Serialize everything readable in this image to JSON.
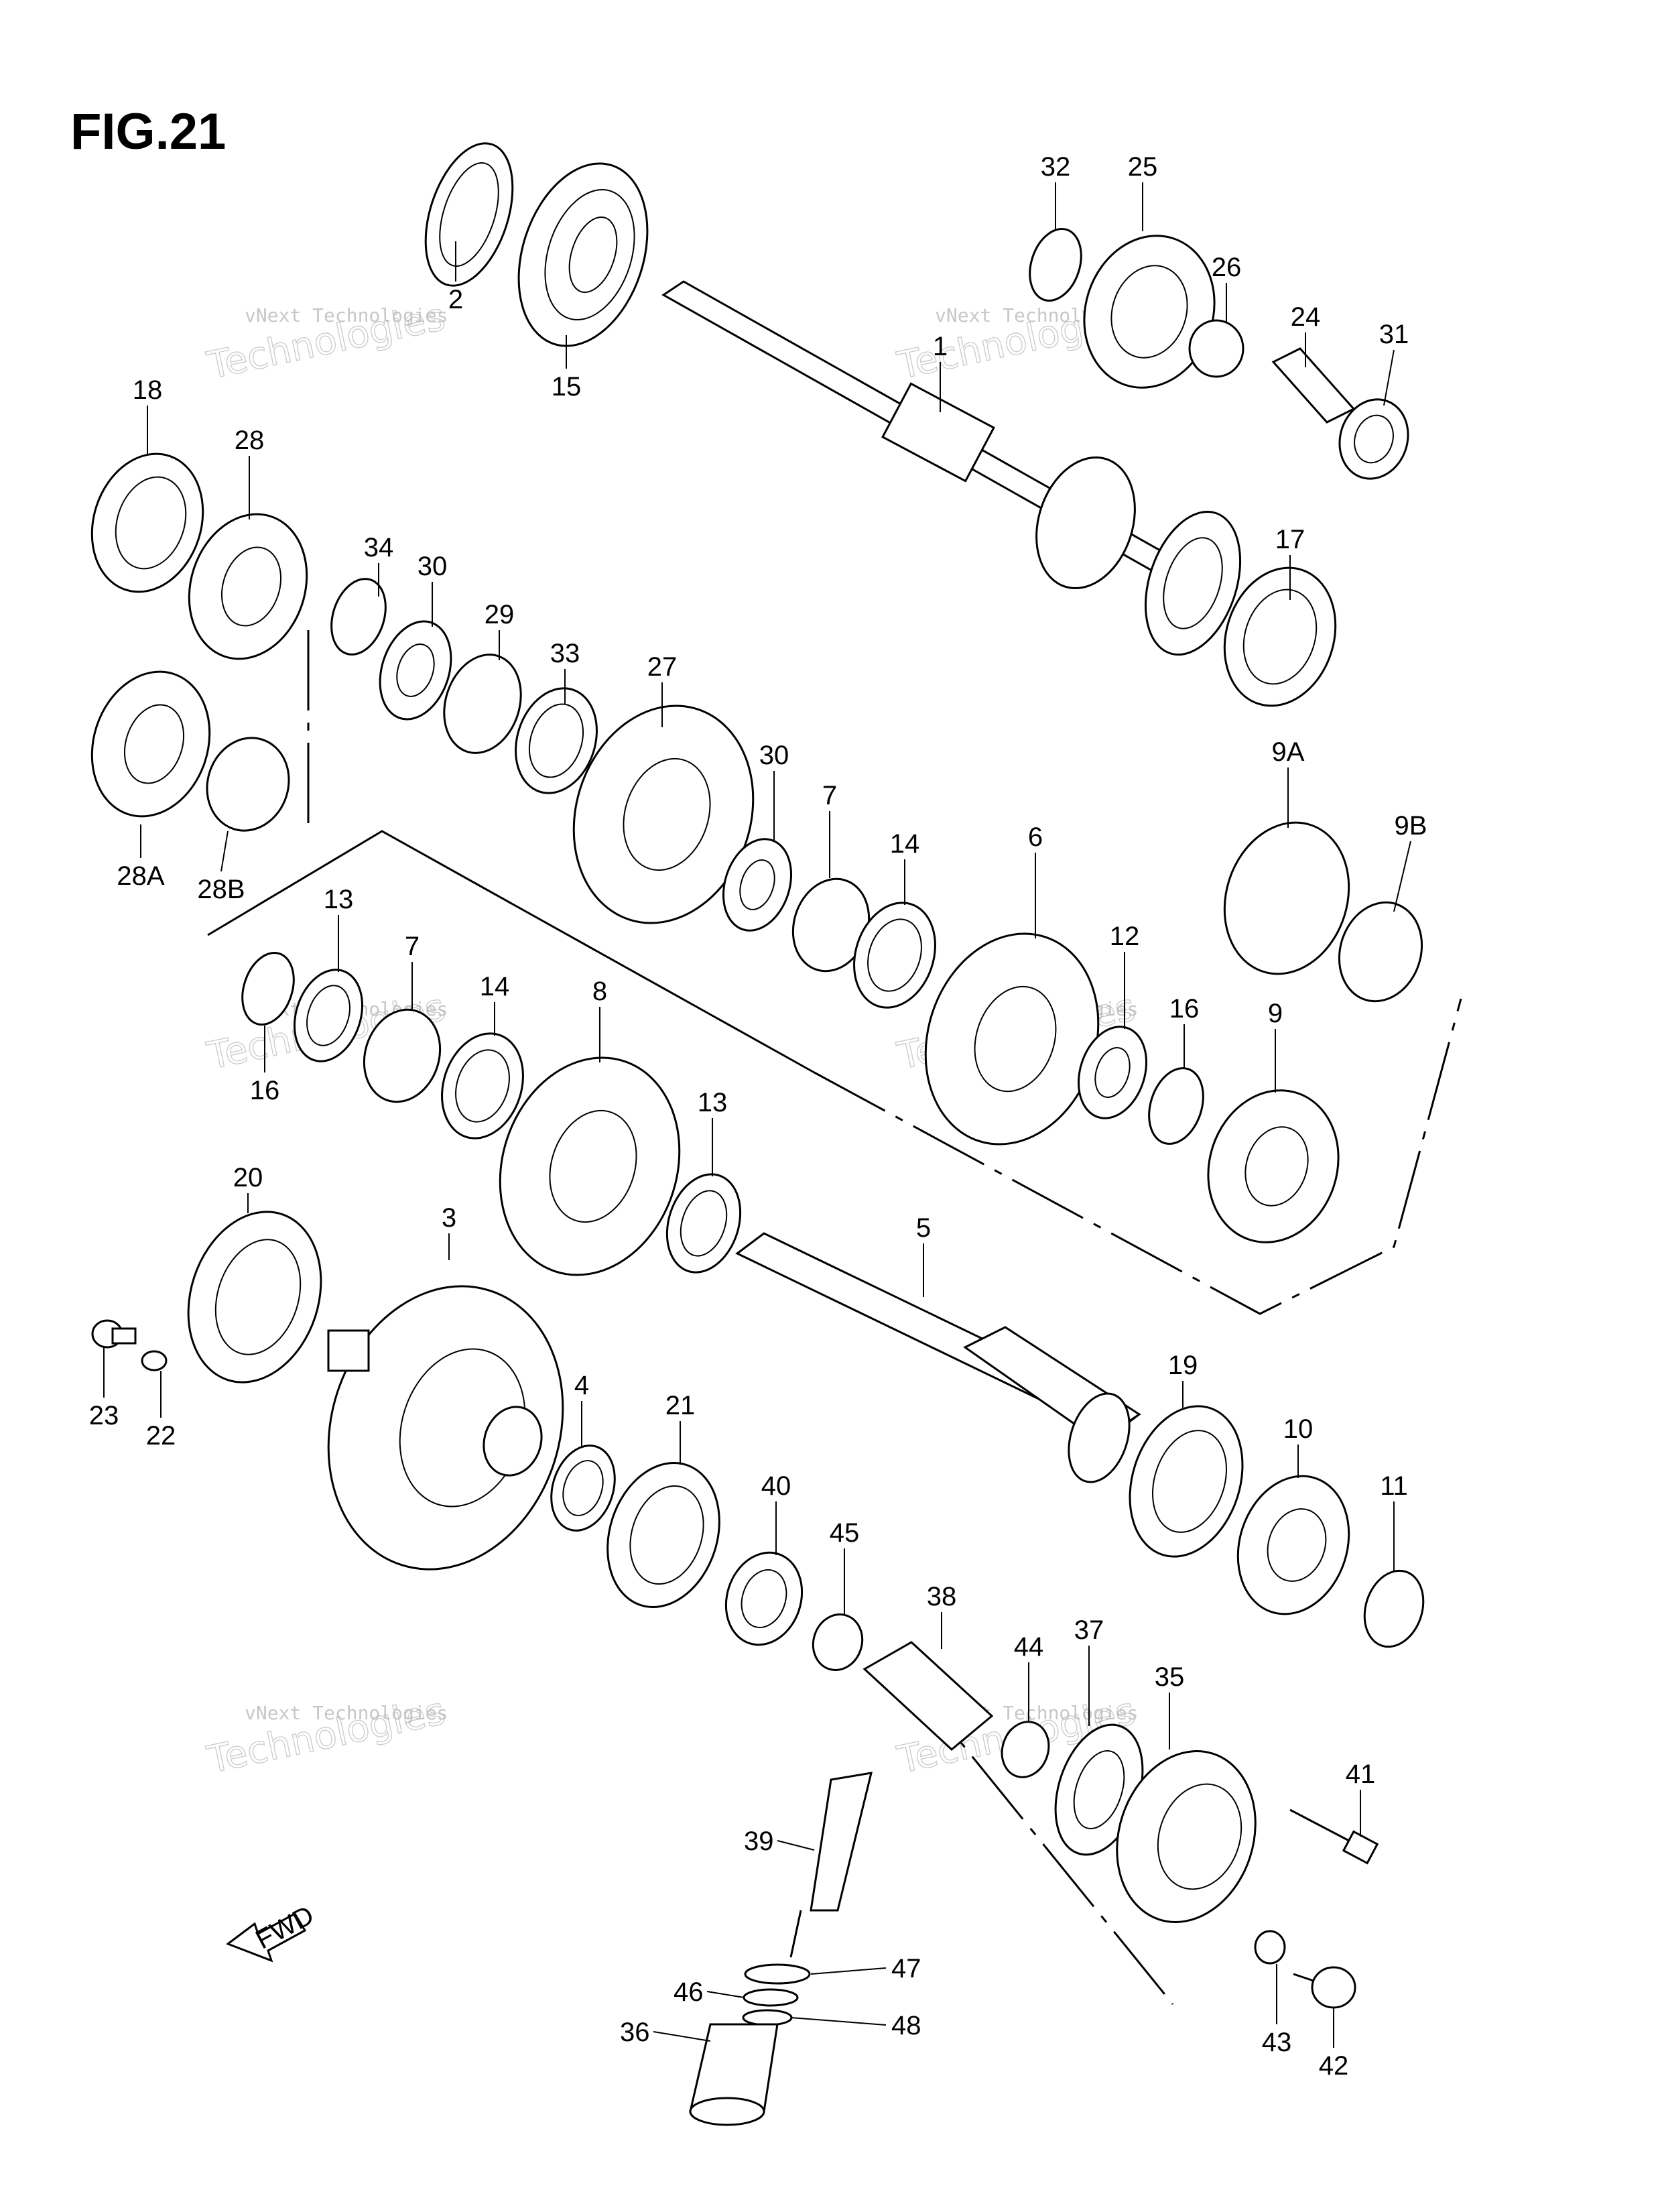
{
  "figure": {
    "title": "FIG.21",
    "fwd_label": "FWD",
    "watermark_small": "vNext Technologies",
    "watermark_big": "Technologies"
  },
  "callouts": [
    {
      "id": "2",
      "label": "2"
    },
    {
      "id": "15",
      "label": "15"
    },
    {
      "id": "32",
      "label": "32"
    },
    {
      "id": "25",
      "label": "25"
    },
    {
      "id": "26",
      "label": "26"
    },
    {
      "id": "24",
      "label": "24"
    },
    {
      "id": "31",
      "label": "31"
    },
    {
      "id": "1",
      "label": "1"
    },
    {
      "id": "18",
      "label": "18"
    },
    {
      "id": "28",
      "label": "28"
    },
    {
      "id": "34",
      "label": "34"
    },
    {
      "id": "30a",
      "label": "30"
    },
    {
      "id": "29",
      "label": "29"
    },
    {
      "id": "33",
      "label": "33"
    },
    {
      "id": "27",
      "label": "27"
    },
    {
      "id": "17",
      "label": "17"
    },
    {
      "id": "28A",
      "label": "28A"
    },
    {
      "id": "28B",
      "label": "28B"
    },
    {
      "id": "30b",
      "label": "30"
    },
    {
      "id": "7a",
      "label": "7"
    },
    {
      "id": "14a",
      "label": "14"
    },
    {
      "id": "6",
      "label": "6"
    },
    {
      "id": "9A",
      "label": "9A"
    },
    {
      "id": "9B",
      "label": "9B"
    },
    {
      "id": "13a",
      "label": "13"
    },
    {
      "id": "7b",
      "label": "7"
    },
    {
      "id": "14b",
      "label": "14"
    },
    {
      "id": "8",
      "label": "8"
    },
    {
      "id": "12",
      "label": "12"
    },
    {
      "id": "16a",
      "label": "16"
    },
    {
      "id": "9",
      "label": "9"
    },
    {
      "id": "16b",
      "label": "16"
    },
    {
      "id": "13b",
      "label": "13"
    },
    {
      "id": "20",
      "label": "20"
    },
    {
      "id": "3",
      "label": "3"
    },
    {
      "id": "5",
      "label": "5"
    },
    {
      "id": "23",
      "label": "23"
    },
    {
      "id": "22",
      "label": "22"
    },
    {
      "id": "4",
      "label": "4"
    },
    {
      "id": "21",
      "label": "21"
    },
    {
      "id": "19",
      "label": "19"
    },
    {
      "id": "10",
      "label": "10"
    },
    {
      "id": "40",
      "label": "40"
    },
    {
      "id": "45",
      "label": "45"
    },
    {
      "id": "11",
      "label": "11"
    },
    {
      "id": "38",
      "label": "38"
    },
    {
      "id": "44",
      "label": "44"
    },
    {
      "id": "37",
      "label": "37"
    },
    {
      "id": "35",
      "label": "35"
    },
    {
      "id": "41",
      "label": "41"
    },
    {
      "id": "39",
      "label": "39"
    },
    {
      "id": "47",
      "label": "47"
    },
    {
      "id": "46",
      "label": "46"
    },
    {
      "id": "36",
      "label": "36"
    },
    {
      "id": "48",
      "label": "48"
    },
    {
      "id": "43",
      "label": "43"
    },
    {
      "id": "42",
      "label": "42"
    }
  ]
}
